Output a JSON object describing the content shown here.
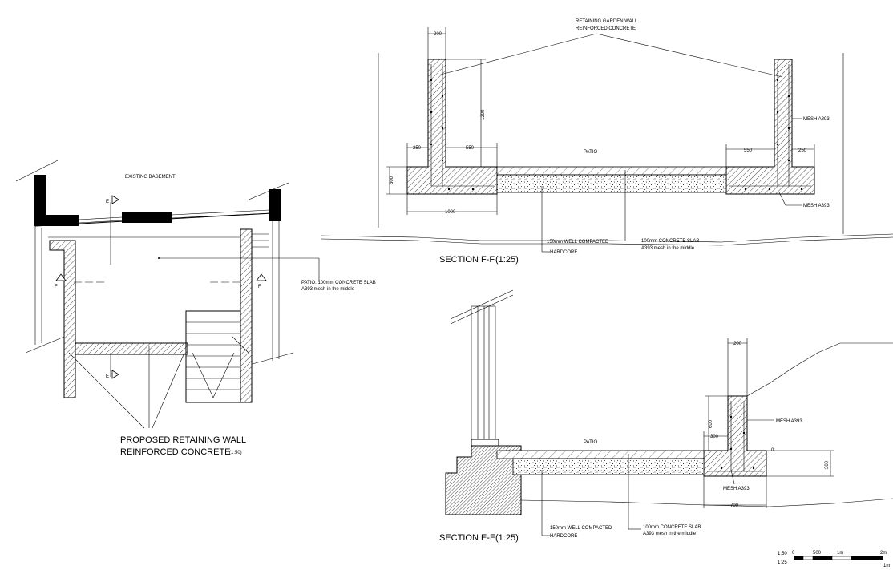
{
  "plan": {
    "existing_basement": "EXISTING BASEMENT",
    "patio_note_line1": "PATIO: 100mm CONCRETE SLAB",
    "patio_note_line2": "A393 mesh in the middle",
    "proposed_wall_line1": "PROPOSED RETAINING WALL",
    "proposed_wall_line2": "REINFORCED CONCRETE",
    "scale": "(1:50)",
    "marker_e": "E",
    "marker_f": "F"
  },
  "section_ff": {
    "title": "SECTION F-F",
    "scale": "(1:25)",
    "wall_note_line1": "RETAINING GARDEN WALL",
    "wall_note_line2": "REINFORCED CONCRETE",
    "patio": "PATIO",
    "dims": {
      "wall_thickness": "200",
      "wall_height": "1200",
      "left_heel": "250",
      "left_toe": "550",
      "right_toe": "550",
      "right_heel": "250",
      "footing_depth": "300",
      "footing_width": "1000"
    },
    "mesh_wall": "MESH A393",
    "mesh_base": "MESH A393",
    "hardcore_line1": "150mm WELL COMPACTED",
    "hardcore_line2": "HARDCORE",
    "slab_line1": "100mm CONCRETE SLAB",
    "slab_line2": "A393 mesh in the middle"
  },
  "section_ee": {
    "title": "SECTION E-E",
    "scale": "(1:25)",
    "patio": "PATIO",
    "dims": {
      "wall_thickness": "200",
      "wall_height": "600",
      "heel": "300",
      "level": "0",
      "footing_depth": "300",
      "footing_width": "700"
    },
    "mesh_wall": "MESH A393",
    "mesh_base": "MESH A393",
    "hardcore_line1": "150mm WELL COMPACTED",
    "hardcore_line2": "HARDCORE",
    "slab_line1": "100mm CONCRETE SLAB",
    "slab_line2": "A393 mesh in the middle"
  },
  "scale_bar": {
    "label_1_50": "1:50",
    "label_1_25": "1:25",
    "ticks": [
      "0",
      "500",
      "1m",
      "2m"
    ],
    "sub_tick": "1m"
  }
}
